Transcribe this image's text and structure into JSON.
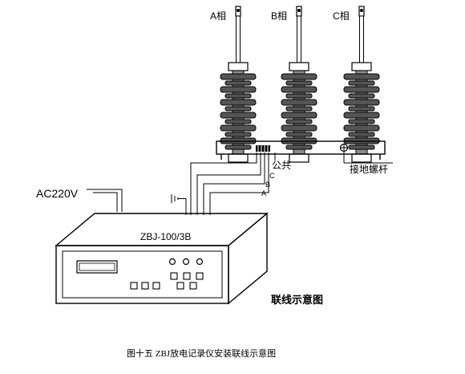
{
  "phases": {
    "a": "A相",
    "b": "B相",
    "c": "C相"
  },
  "labels": {
    "ground_bolt": "接地螺杆",
    "common": "公共",
    "wire_c": "C",
    "wire_b": "B",
    "wire_a": "A",
    "ac_supply": "AC220V",
    "device_model": "ZBJ-100/3B",
    "wiring_diagram": "联线示意图"
  },
  "caption": "图十五 ZBJ放电记录仪安装联线示意图"
}
